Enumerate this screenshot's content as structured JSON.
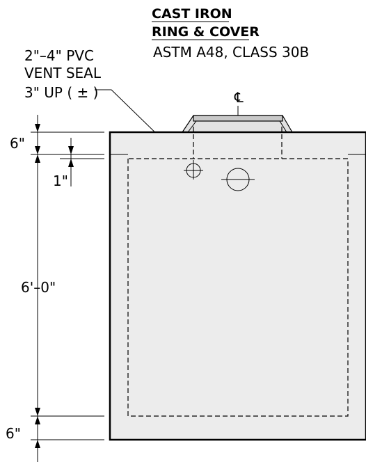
{
  "title": {
    "line1": "CAST IRON",
    "line2": "RING & COVER",
    "spec": "ASTM A48, CLASS 30B"
  },
  "vent_note": {
    "line1": "2\"–4\" PVC",
    "line2": "VENT SEAL",
    "line3": "3\" UP ( ± )"
  },
  "centerline_symbol": "℄",
  "dimensions": {
    "top_slab": "6\"",
    "wall_offset": "1\"",
    "height": "6'–0\"",
    "bottom_slab": "6\""
  },
  "colors": {
    "structure_fill": "#ececec",
    "line": "#000000"
  }
}
